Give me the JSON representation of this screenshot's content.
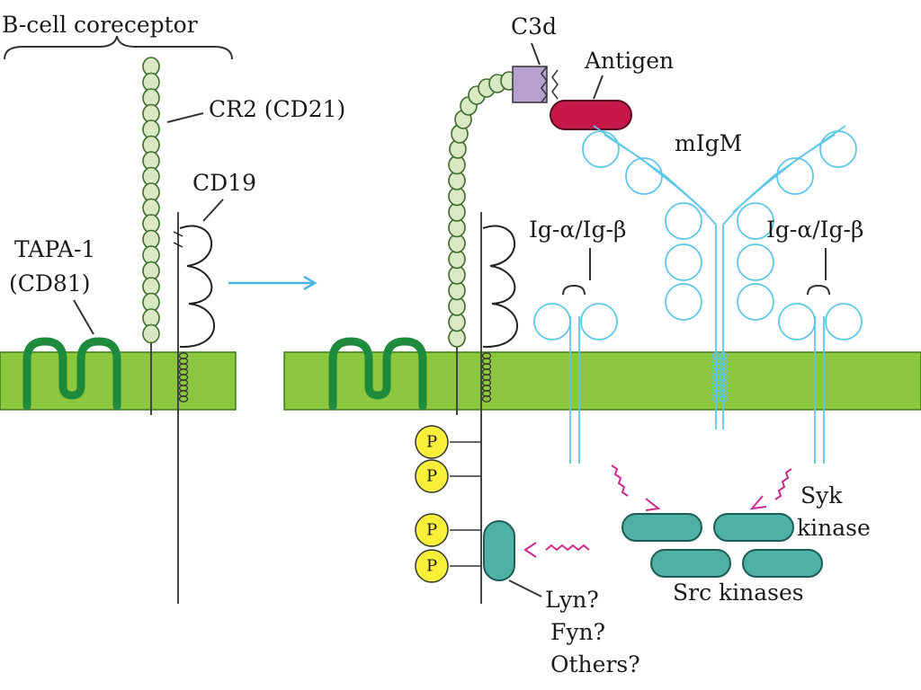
{
  "labels": {
    "coreceptor": "B-cell coreceptor",
    "cr2": "CR2 (CD21)",
    "cd19": "CD19",
    "tapa_line1": "TAPA-1",
    "tapa_line2": "(CD81)",
    "c3d": "C3d",
    "antigen": "Antigen",
    "migm": "mIgM",
    "ig_left": "Ig-α/Ig-β",
    "ig_right": "Ig-α/Ig-β",
    "syk_line1": "Syk",
    "syk_line2": "kinase",
    "src": "Src kinases",
    "lyn": "Lyn?",
    "fyn": "Fyn?",
    "others": "Others?",
    "p1": "P",
    "p2": "P",
    "p3": "P",
    "p4": "P"
  },
  "colors": {
    "membrane": "#8dc63f",
    "membrane_edge": "#3d7a1e",
    "cr2_bead": "#d8e9c4",
    "cr2_edge": "#3e6b2c",
    "tapa": "#1d8a3c",
    "ig_cyan": "#5ec6e6",
    "arrow_blue": "#4ab4e8",
    "c3d": "#b5a0d0",
    "antigen": "#c7164a",
    "kinase": "#4fb0a6",
    "kinase_edge": "#1b5c57",
    "phospho": "#f7ef3a",
    "signal_arrow": "#cc2a8a"
  }
}
